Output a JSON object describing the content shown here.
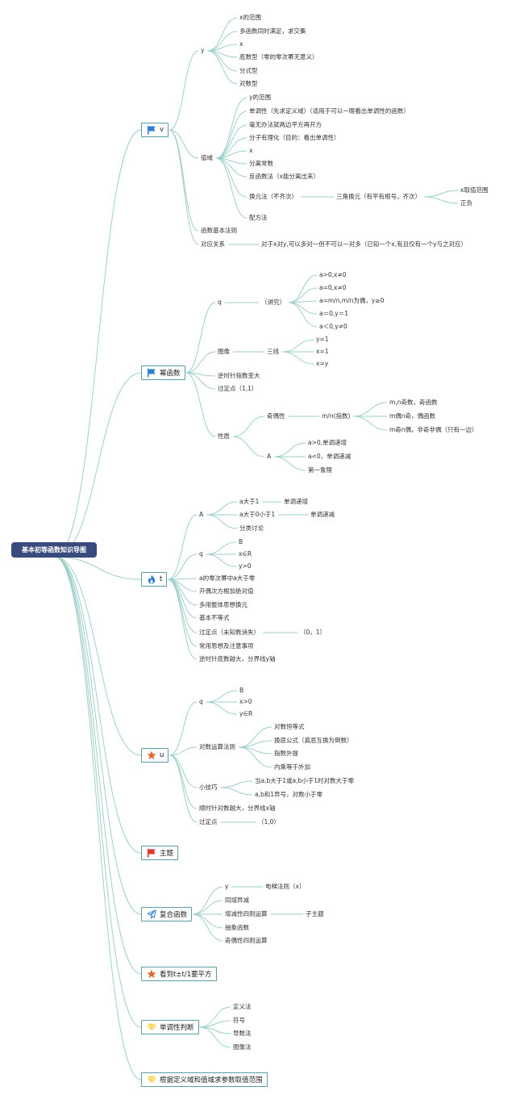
{
  "root": "基本初等函数知识导图",
  "colors": {
    "link": "#9fcfca",
    "box_border": "#5b9ea3",
    "root_bg": "#3a4a7c",
    "flag_blue": "#2e7fcf",
    "flag_red": "#e0312c",
    "fire": "#2e7fcf",
    "star": "#e46b2e",
    "plane": "#2e7fcf",
    "gem": "#f6cf3a"
  },
  "branches": [
    {
      "label": "v",
      "icon": "flag-blue-icon",
      "children": [
        {
          "label": "y",
          "children": [
            {
              "label": "x的范围"
            },
            {
              "label": "多函数同时满足，求交集"
            },
            {
              "label": "x"
            },
            {
              "label": "底数型（零的零次幂无意义）"
            },
            {
              "label": "分式型"
            },
            {
              "label": "对数型"
            }
          ]
        },
        {
          "label": "值域",
          "children": [
            {
              "label": "y的范围"
            },
            {
              "label": "单调性（先求定义域）（适用于可以一眼看出单调性的函数）"
            },
            {
              "label": "毫无办法就两边平方再开方"
            },
            {
              "label": "分子有理化（目的：看出单调性）"
            },
            {
              "label": "x"
            },
            {
              "label": "分离常数"
            },
            {
              "label": "反函数法（x能分离出来）"
            },
            {
              "label": "换元法（不齐次）",
              "children": [
                {
                  "label": "三角换元（有平有根号，齐次）",
                  "children": [
                    {
                      "label": "x取值范围"
                    },
                    {
                      "label": "正负"
                    }
                  ]
                }
              ]
            },
            {
              "label": "配方法"
            }
          ]
        },
        {
          "label": "函数基本法则"
        },
        {
          "label": "对应关系",
          "children": [
            {
              "label": "对于x对y,可以多对一但不可以一对多（已知一个x,有且仅有一个y与之对应）"
            }
          ]
        }
      ]
    },
    {
      "label": "幂函数",
      "icon": "flag-blue-icon",
      "children": [
        {
          "label": "q",
          "children": [
            {
              "label": "（讲究）",
              "children": [
                {
                  "label": "a>0,x≠0"
                },
                {
                  "label": "a=0,x≠0"
                },
                {
                  "label": "a=m/n,m/n为偶，y≥0"
                },
                {
                  "label": "a＝0,y＝1"
                },
                {
                  "label": "a＜0,y≠0"
                }
              ]
            }
          ]
        },
        {
          "label": "图像",
          "children": [
            {
              "label": "三线",
              "children": [
                {
                  "label": "y=1"
                },
                {
                  "label": "x=1"
                },
                {
                  "label": "x=y"
                }
              ]
            }
          ]
        },
        {
          "label": "逆时针指数变大"
        },
        {
          "label": "过定点（1,1）"
        },
        {
          "label": "性质",
          "children": [
            {
              "label": "奇偶性",
              "children": [
                {
                  "label": "m/n(指数)",
                  "children": [
                    {
                      "label": "m,n奇数，奇函数"
                    },
                    {
                      "label": "m偶n奇，偶函数"
                    },
                    {
                      "label": "m奇n偶，非奇非偶（只有一边）"
                    }
                  ]
                }
              ]
            },
            {
              "label": "A",
              "children": [
                {
                  "label": "a>0,单调递增"
                },
                {
                  "label": "a<0，单调递减"
                },
                {
                  "label": "第一象限"
                }
              ]
            }
          ]
        }
      ]
    },
    {
      "label": "t",
      "icon": "fire-icon",
      "children": [
        {
          "label": "A",
          "children": [
            {
              "label": "a大于1",
              "children": [
                {
                  "label": "单调递增"
                }
              ]
            },
            {
              "label": "a大于0小于1",
              "children": [
                {
                  "label": "单调递减"
                }
              ]
            },
            {
              "label": "分类讨论"
            }
          ]
        },
        {
          "label": "q",
          "children": [
            {
              "label": "B"
            },
            {
              "label": "x∈R"
            },
            {
              "label": "y>0"
            }
          ]
        },
        {
          "label": "a的零次幂中a大于零"
        },
        {
          "label": "开偶次方根加绝对值"
        },
        {
          "label": "多用整体思想换元"
        },
        {
          "label": "基本不等式"
        },
        {
          "label": "过定点（未知数消失）",
          "children": [
            {
              "label": "（0，1）"
            }
          ]
        },
        {
          "label": "常用思想及注意事项"
        },
        {
          "label": "逆时针底数越大，分界线y轴"
        }
      ]
    },
    {
      "label": "u",
      "icon": "star-icon",
      "children": [
        {
          "label": "q",
          "children": [
            {
              "label": "B"
            },
            {
              "label": "x>0"
            },
            {
              "label": "y∈R"
            }
          ]
        },
        {
          "label": "对数运算法则",
          "children": [
            {
              "label": "对数恒等式"
            },
            {
              "label": "换底公式（真底互换为倒数）"
            },
            {
              "label": "指数外提"
            },
            {
              "label": "内乘等于外加"
            }
          ]
        },
        {
          "label": "小技巧",
          "children": [
            {
              "label": "当a,b大于1或a,b小于1时对数大于零"
            },
            {
              "label": "a,b和1异号，对数小于零"
            }
          ]
        },
        {
          "label": "顺时针对数越大，分界线x轴"
        },
        {
          "label": "过定点",
          "children": [
            {
              "label": "（1,0）"
            }
          ]
        }
      ]
    },
    {
      "label": "主题",
      "icon": "flag-red-icon",
      "children": []
    },
    {
      "label": "复合函数",
      "icon": "plane-icon",
      "children": [
        {
          "label": "y",
          "children": [
            {
              "label": "电梯法则（x）"
            }
          ]
        },
        {
          "label": "同增异减"
        },
        {
          "label": "增减性四则运算",
          "children": [
            {
              "label": "子主题"
            }
          ]
        },
        {
          "label": "抽象函数"
        },
        {
          "label": "奇偶性四则运算"
        }
      ]
    },
    {
      "label": "看到t±t/1要平方",
      "icon": "star-icon",
      "children": []
    },
    {
      "label": "单调性判断",
      "icon": "gem-icon",
      "children": [
        {
          "label": "定义法"
        },
        {
          "label": "符号"
        },
        {
          "label": "导数法"
        },
        {
          "label": "图像法"
        }
      ]
    },
    {
      "label": "根据定义域和值域求参数取值范围",
      "icon": "gem-icon",
      "children": []
    }
  ]
}
